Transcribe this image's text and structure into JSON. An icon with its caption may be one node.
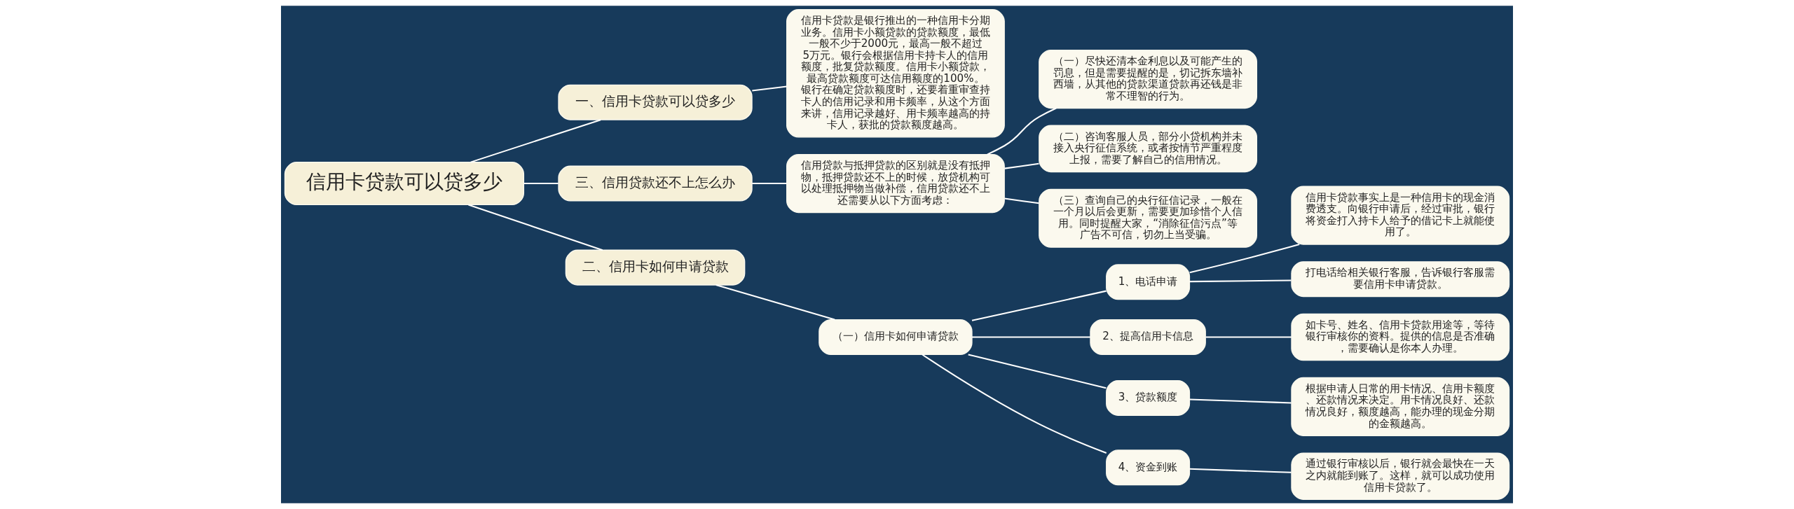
{
  "diagram": {
    "nodes": [
      {
        "text": [
          "信用卡贷款可以贷多少"
        ]
      },
      {
        "text": [
          "一、信用卡贷款可以贷多少"
        ]
      },
      {
        "text": [
          "信用卡贷款是银行推出的一种信用卡分期业务。信用卡小额贷款的贷款额度，最低一般不少于2000元，最高一般不超过5万元。银行会根据信用卡持卡人的信用额度，批复贷款额度。信用卡小额贷款，最高贷款额度可达信用额度的100%。银行在确定贷款额度时，还要着重审查持卡人的信用记录和用卡频率，从这个方面来讲，信用记录越好、用卡频率越高的持卡人，获批的贷款额度越高。"
        ]
      },
      {
        "text": [
          "三、信用贷款还不上怎么办"
        ]
      },
      {
        "text": [
          "信用贷款与抵押贷款的区别就是没有抵押物，抵押贷款还不上的时候，放贷机构可以处理抵押物当做补偿，信用贷款还不上还需要从以下方面考虑："
        ]
      },
      {
        "text": [
          "（一）尽快还清本金利息以及可能产生的罚息，但是需要提醒的是，切记拆东墙补西墙，从其他的贷款渠道贷款再还钱是非常不理智的行为。"
        ]
      },
      {
        "text": [
          "（二）咨询客服人员，部分小贷机构并未接入央行征信系统，或者按情节严重程度上报，需要了解自己的信用情况。"
        ]
      },
      {
        "text": [
          "（三）查询自己的央行征信记录，一般在一个月以后会更新，需要更加珍惜个人信用。同时提醒大家，“消除征信污点”等广告不可信，切勿上当受骗。"
        ]
      },
      {
        "text": [
          "二、信用卡如何申请贷款"
        ]
      },
      {
        "text": [
          "（一）信用卡如何申请贷款"
        ]
      },
      {
        "text": [
          "1、电话申请"
        ]
      },
      {
        "text": [
          "信用卡贷款事实上是一种信用卡的现金消费透支。向银行申请后，经过审批，银行将资金打入持卡人给予的借记卡上就能使用了。"
        ]
      },
      {
        "text": [
          "打电话给相关银行客服，告诉银行客服需要信用卡申请贷款。"
        ]
      },
      {
        "text": [
          "2、提高信用卡信息"
        ]
      },
      {
        "text": [
          "如卡号、姓名、信用卡贷款用途等，等待银行审核你的资料。提供的信息是否准确，需要确认是你本人办理。"
        ]
      },
      {
        "text": [
          "3、贷款额度"
        ]
      },
      {
        "text": [
          "根据申请人日常的用卡情况、信用卡额度、还款情况来决定。用卡情况良好、还款情况良好，额度越高，能办理的现金分期的金额越高。"
        ]
      },
      {
        "text": [
          "4、资金到账"
        ]
      },
      {
        "text": [
          "通过银行审核以后，银行就会最快在一天之内就能到账了。这样，就可以成功使用信用卡贷款了。"
        ]
      }
    ],
    "edges": [
      {
        "from": 0,
        "to": 1,
        "arrow": "none"
      },
      {
        "from": 1,
        "to": 2,
        "arrow": "none"
      },
      {
        "from": 0,
        "to": 3,
        "arrow": "none"
      },
      {
        "from": 3,
        "to": 4,
        "arrow": "none"
      },
      {
        "from": 4,
        "to": 5,
        "arrow": "none"
      },
      {
        "from": 4,
        "to": 6,
        "arrow": "none"
      },
      {
        "from": 4,
        "to": 7,
        "arrow": "none"
      },
      {
        "from": 0,
        "to": 8,
        "arrow": "none"
      },
      {
        "from": 8,
        "to": 9,
        "arrow": "none"
      },
      {
        "from": 9,
        "to": 10,
        "arrow": "none"
      },
      {
        "from": 10,
        "to": 11,
        "arrow": "none"
      },
      {
        "from": 10,
        "to": 12,
        "arrow": "none"
      },
      {
        "from": 9,
        "to": 13,
        "arrow": "none"
      },
      {
        "from": 13,
        "to": 14,
        "arrow": "none"
      },
      {
        "from": 9,
        "to": 15,
        "arrow": "none"
      },
      {
        "from": 15,
        "to": 16,
        "arrow": "none"
      },
      {
        "from": 9,
        "to": 17,
        "arrow": "none"
      },
      {
        "from": 17,
        "to": 18,
        "arrow": "none"
      }
    ]
  }
}
